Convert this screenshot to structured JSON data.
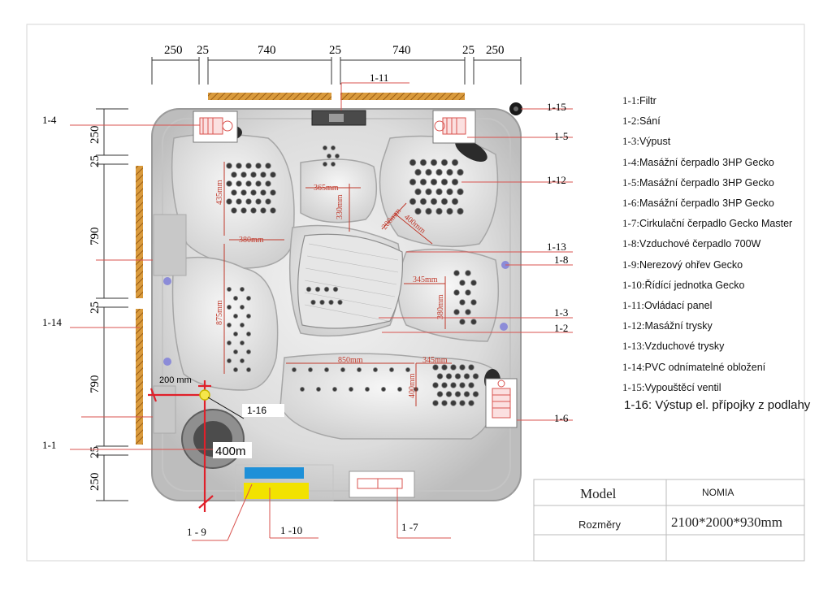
{
  "dimensions": {
    "top": [
      "250",
      "25",
      "740",
      "25",
      "740",
      "25",
      "250"
    ],
    "left": [
      "250",
      "25",
      "790",
      "25",
      "790",
      "25",
      "250"
    ]
  },
  "inner_dimensions": {
    "d365": "365mm",
    "d330": "330mm",
    "d435": "435mm",
    "d380": "380mm",
    "d875": "875mm",
    "d200": "200mm",
    "d400": "400mm",
    "d345a": "345mm",
    "d380b": "380mm",
    "d850": "850mm",
    "d345b": "345mm",
    "d400b": "400mm"
  },
  "callouts": {
    "c1_4": "1-4",
    "c1_1": "1-1",
    "c1_14": "1-14",
    "c1_11": "1-11",
    "c1_15": "1-15",
    "c1_5": "1-5",
    "c1_12": "1-12",
    "c1_13": "1-13",
    "c1_8": "1-8",
    "c1_3": "1-3",
    "c1_2": "1-2",
    "c1_6": "1-6",
    "c1_9": "1 - 9",
    "c1_10": "1 -10",
    "c1_7": "1 -7",
    "c1_16": "1-16"
  },
  "annotations": {
    "ann200": "200 mm",
    "ann400": "400m"
  },
  "legend": [
    {
      "id": "1-1:",
      "text": "Filtr"
    },
    {
      "id": "1-2:",
      "text": "Sání"
    },
    {
      "id": "1-3:",
      "text": "Výpust"
    },
    {
      "id": "1-4:",
      "text": "Masážní čerpadlo 3HP Gecko"
    },
    {
      "id": "1-5:",
      "text": "Masážní čerpadlo 3HP Gecko"
    },
    {
      "id": "1-6:",
      "text": "Masážní čerpadlo 3HP Gecko"
    },
    {
      "id": "1-7:",
      "text": "Cirkulační čerpadlo Gecko Master"
    },
    {
      "id": "1-8:",
      "text": "Vzduchové čerpadlo 700W"
    },
    {
      "id": "1-9:",
      "text": "Nerezový ohřev Gecko"
    },
    {
      "id": "1-10:",
      "text": "Řídící jednotka Gecko"
    },
    {
      "id": "1-11:",
      "text": "Ovládací panel"
    },
    {
      "id": "1-12:",
      "text": "Masážní trysky"
    },
    {
      "id": "1-13:",
      "text": "Vzduchové trysky"
    },
    {
      "id": "1-14:",
      "text": "PVC odnímatelné obložení"
    },
    {
      "id": "1-15:",
      "text": "Vypouštěcí ventil"
    }
  ],
  "legend_extra": "1-16: Výstup el. přípojky z podlahy",
  "title_block": {
    "model_label": "Model",
    "model_value": "NOMIA",
    "size_label": "Rozměry",
    "size_value": "2100*2000*930mm"
  },
  "colors": {
    "callout_line": "#d9534f",
    "dimension_red": "#c0392b",
    "wood_hatch": "#c8862c",
    "marker_red": "#e0202a",
    "control_blue": "#1e90d8",
    "control_yellow": "#f2e200",
    "outlet_yellow": "#f5e64a"
  }
}
